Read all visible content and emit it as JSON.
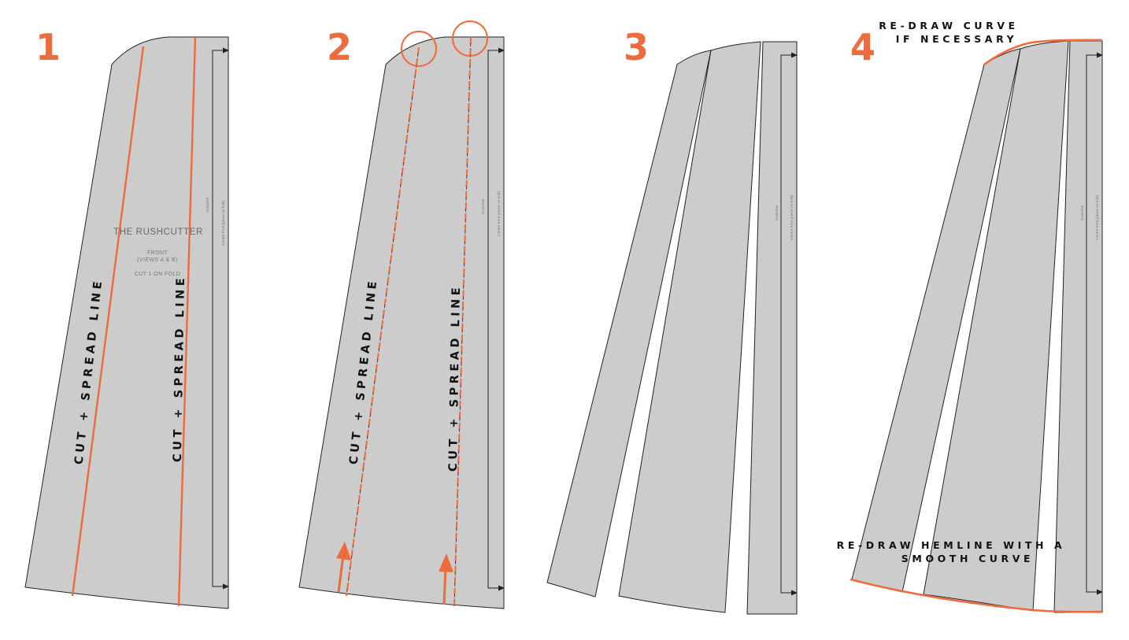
{
  "steps": [
    {
      "number": "1"
    },
    {
      "number": "2"
    },
    {
      "number": "3"
    },
    {
      "number": "4"
    }
  ],
  "cut_label": "CUT + SPREAD LINE",
  "pattern": {
    "title": "THE RUSHCUTTER",
    "piece_line1": "FRONT",
    "piece_line2": "(VIEWS A & B)",
    "cut_instruction": "CUT 1 ON FOLD"
  },
  "grainline_label": "Grainline",
  "centre_front_label": "Centre front (place on fold)",
  "notes": {
    "redraw_curve_line1": "RE-DRAW CURVE",
    "redraw_curve_line2": "IF NECESSARY",
    "redraw_hem_line1": "RE-DRAW HEMLINE WITH A",
    "redraw_hem_line2": "SMOOTH CURVE"
  },
  "colors": {
    "accent": "#ee6b3b",
    "piece_fill": "#cccccc",
    "outline": "#222222"
  }
}
